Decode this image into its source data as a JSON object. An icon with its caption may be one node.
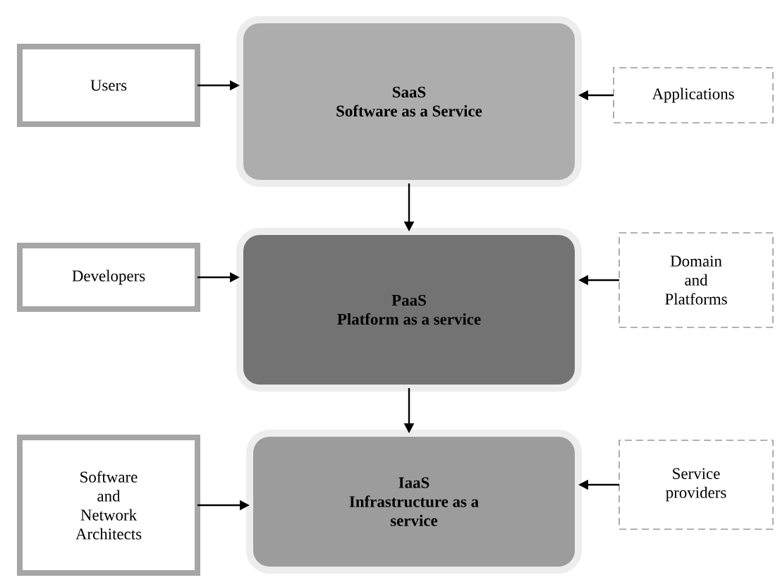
{
  "diagram": {
    "nodes": [
      {
        "text": [
          "Users"
        ]
      },
      {
        "text": [
          "SaaS",
          "Software as a Service"
        ]
      },
      {
        "text": [
          "Applications"
        ]
      },
      {
        "text": [
          "Developers"
        ]
      },
      {
        "text": [
          "PaaS",
          "Platform as a service"
        ]
      },
      {
        "text": [
          "Domain and Platforms"
        ]
      },
      {
        "text": [
          "Software and Network Architects"
        ]
      },
      {
        "text": [
          "IaaS",
          "Infrastructure as a service"
        ]
      },
      {
        "text": [
          "Service providers"
        ]
      }
    ],
    "edges": [
      {
        "from": 0,
        "to": 1,
        "arrow": "to"
      },
      {
        "from": 2,
        "to": 1,
        "arrow": "to"
      },
      {
        "from": 1,
        "to": 4,
        "arrow": "to"
      },
      {
        "from": 3,
        "to": 4,
        "arrow": "to"
      },
      {
        "from": 5,
        "to": 4,
        "arrow": "to"
      },
      {
        "from": 4,
        "to": 7,
        "arrow": "to"
      },
      {
        "from": 6,
        "to": 7,
        "arrow": "to"
      },
      {
        "from": 8,
        "to": 7,
        "arrow": "to"
      }
    ]
  }
}
